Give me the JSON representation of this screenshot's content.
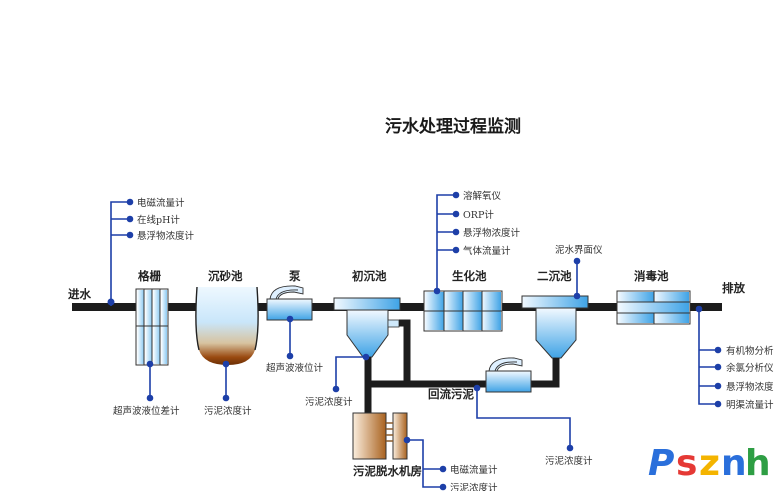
{
  "title": "污水处理过程监测",
  "flow": {
    "inlet": "进水",
    "outlet": "排放",
    "return_sludge": "回流污泥"
  },
  "units": {
    "screen": "格栅",
    "grit": "沉砂池",
    "pump": "泵",
    "primary": "初沉池",
    "bio": "生化池",
    "secondary": "二沉池",
    "disinfect": "消毒池",
    "dewater": "污泥脱水机房"
  },
  "instruments": {
    "inlet": [
      "电磁流量计",
      "在线pH计",
      "悬浮物浓度计"
    ],
    "screen": "超声波液位差计",
    "grit": "污泥浓度计",
    "pump": "超声波液位计",
    "primary": "污泥浓度计",
    "bio": [
      "溶解氧仪",
      "ORP计",
      "悬浮物浓度计",
      "气体流量计"
    ],
    "secondary": "泥水界面仪",
    "return": "污泥浓度计",
    "dewater": [
      "电磁流量计",
      "污泥浓度计"
    ],
    "outlet": [
      "有机物分析",
      "余氯分析仪",
      "悬浮物浓度",
      "明渠流量计"
    ]
  },
  "logo": {
    "letters": [
      "P",
      "s",
      "z",
      "n",
      "h"
    ],
    "colors": [
      "#2a6fdb",
      "#e53935",
      "#f4b400",
      "#2a6fdb",
      "#2e9e44"
    ]
  }
}
